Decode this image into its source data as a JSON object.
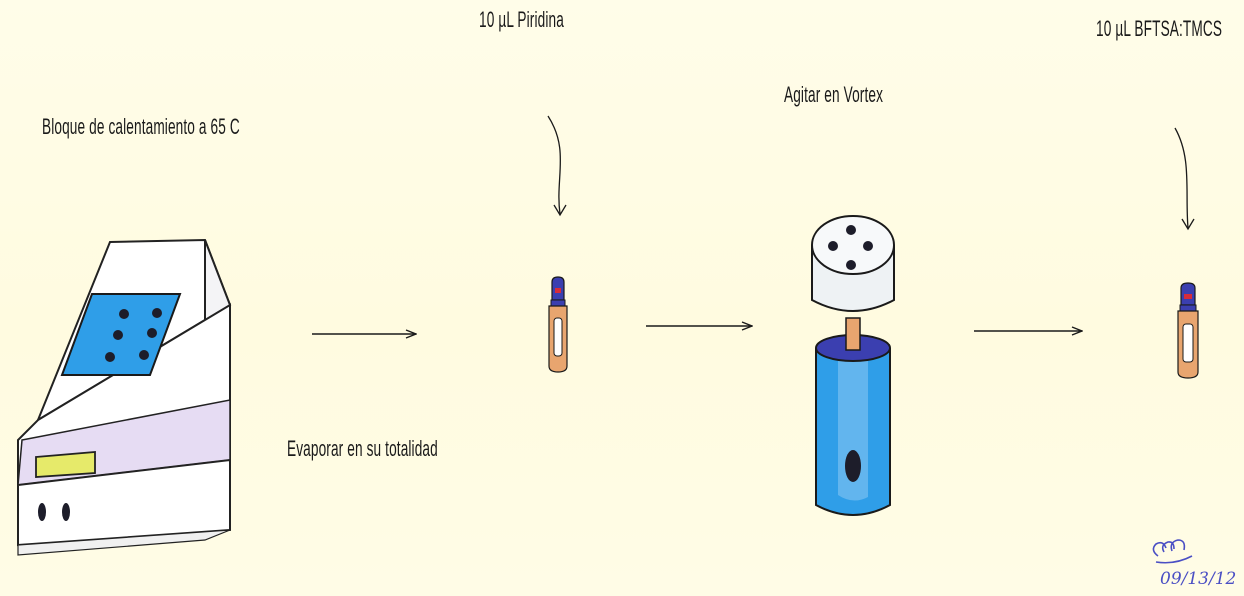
{
  "steps": {
    "heating_block": "Bloque de calentamiento a 65 C",
    "evaporate": "Evaporar en su totalidad",
    "add_pyridine": "10 µL Piridina",
    "vortex": "Agitar en Vortex",
    "add_reagent": "10 µL BFTSA:TMCS"
  },
  "signature": {
    "date": "09/13/12"
  },
  "colors": {
    "background": "#fffce6",
    "blue_panel": "#2f9ee8",
    "vial_body": "#e8a56f",
    "vial_cap": "#3b3fb0",
    "vortex_head": "#eef2f4",
    "display": "#e6ea6a",
    "ink": "#1a1a1a"
  }
}
